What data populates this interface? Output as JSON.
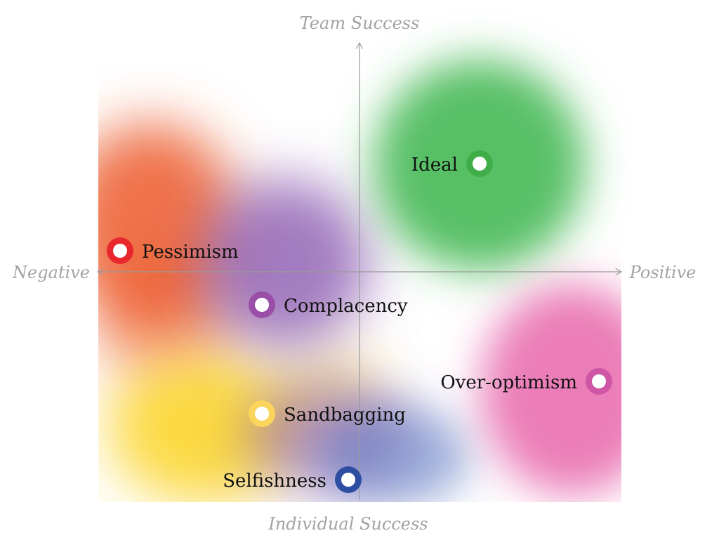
{
  "axes": {
    "top": "Team Success",
    "bottom": "Individual Success",
    "left": "Negative",
    "right": "Positive"
  },
  "points": [
    {
      "key": "ideal",
      "label": "Ideal",
      "color": "#3fae49"
    },
    {
      "key": "pessimism",
      "label": "Pessimism",
      "color": "#e8262d"
    },
    {
      "key": "complacency",
      "label": "Complacency",
      "color": "#9a4ea8"
    },
    {
      "key": "over_optimism",
      "label": "Over-optimism",
      "color": "#cf56a4"
    },
    {
      "key": "sandbagging",
      "label": "Sandbagging",
      "color": "#fbd45c"
    },
    {
      "key": "selfishness",
      "label": "Selfishness",
      "color": "#2d4ea1"
    }
  ],
  "regions": {
    "green": "#39b54a",
    "red": "#ec5a2a",
    "purple": "#8c5bb0",
    "pink": "#e766ab",
    "yellow": "#fcd52f",
    "blue": "#5472bf"
  },
  "axis_color": "#9a9a9a"
}
